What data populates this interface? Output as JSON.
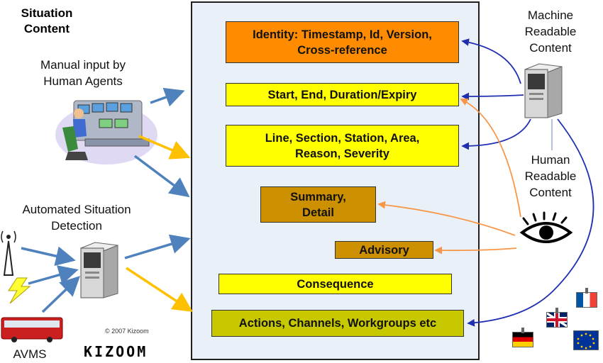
{
  "labels": {
    "situation_content": "Situation\nContent",
    "manual_input": "Manual input by\nHuman Agents",
    "automated_detection": "Automated Situation\nDetection",
    "avms": "AVMS",
    "machine_readable": "Machine\nReadable\nContent",
    "human_readable": "Human\nReadable\nContent"
  },
  "boxes": {
    "identity": "Identity: Timestamp, Id, Version,\nCross-reference",
    "start_end": "Start, End, Duration/Expiry",
    "line_section": "Line, Section, Station, Area,\nReason, Severity",
    "summary": "Summary,\nDetail",
    "advisory": "Advisory",
    "consequence": "Consequence",
    "actions": "Actions, Channels, Workgroups etc"
  },
  "copyright": "© 2007 Kizoom",
  "logo_text": "KIZOOM",
  "colors": {
    "panel_bg": "#eaf0f8",
    "yellow": "#ffff00",
    "orange": "#ff8c00",
    "brown": "#cc9000",
    "olive": "#c8c800",
    "arrow_blue_steel": "#4f81bd",
    "arrow_yellow": "#ffc000",
    "arrow_navy": "#1f2fb0",
    "arrow_orange": "#f79646"
  },
  "icons": [
    "control-room-operator-icon",
    "server-icon",
    "antenna-icon",
    "lightning-icon",
    "bus-icon",
    "eye-icon",
    "flag-germany-icon",
    "flag-uk-icon",
    "flag-france-icon",
    "flag-eu-icon"
  ]
}
